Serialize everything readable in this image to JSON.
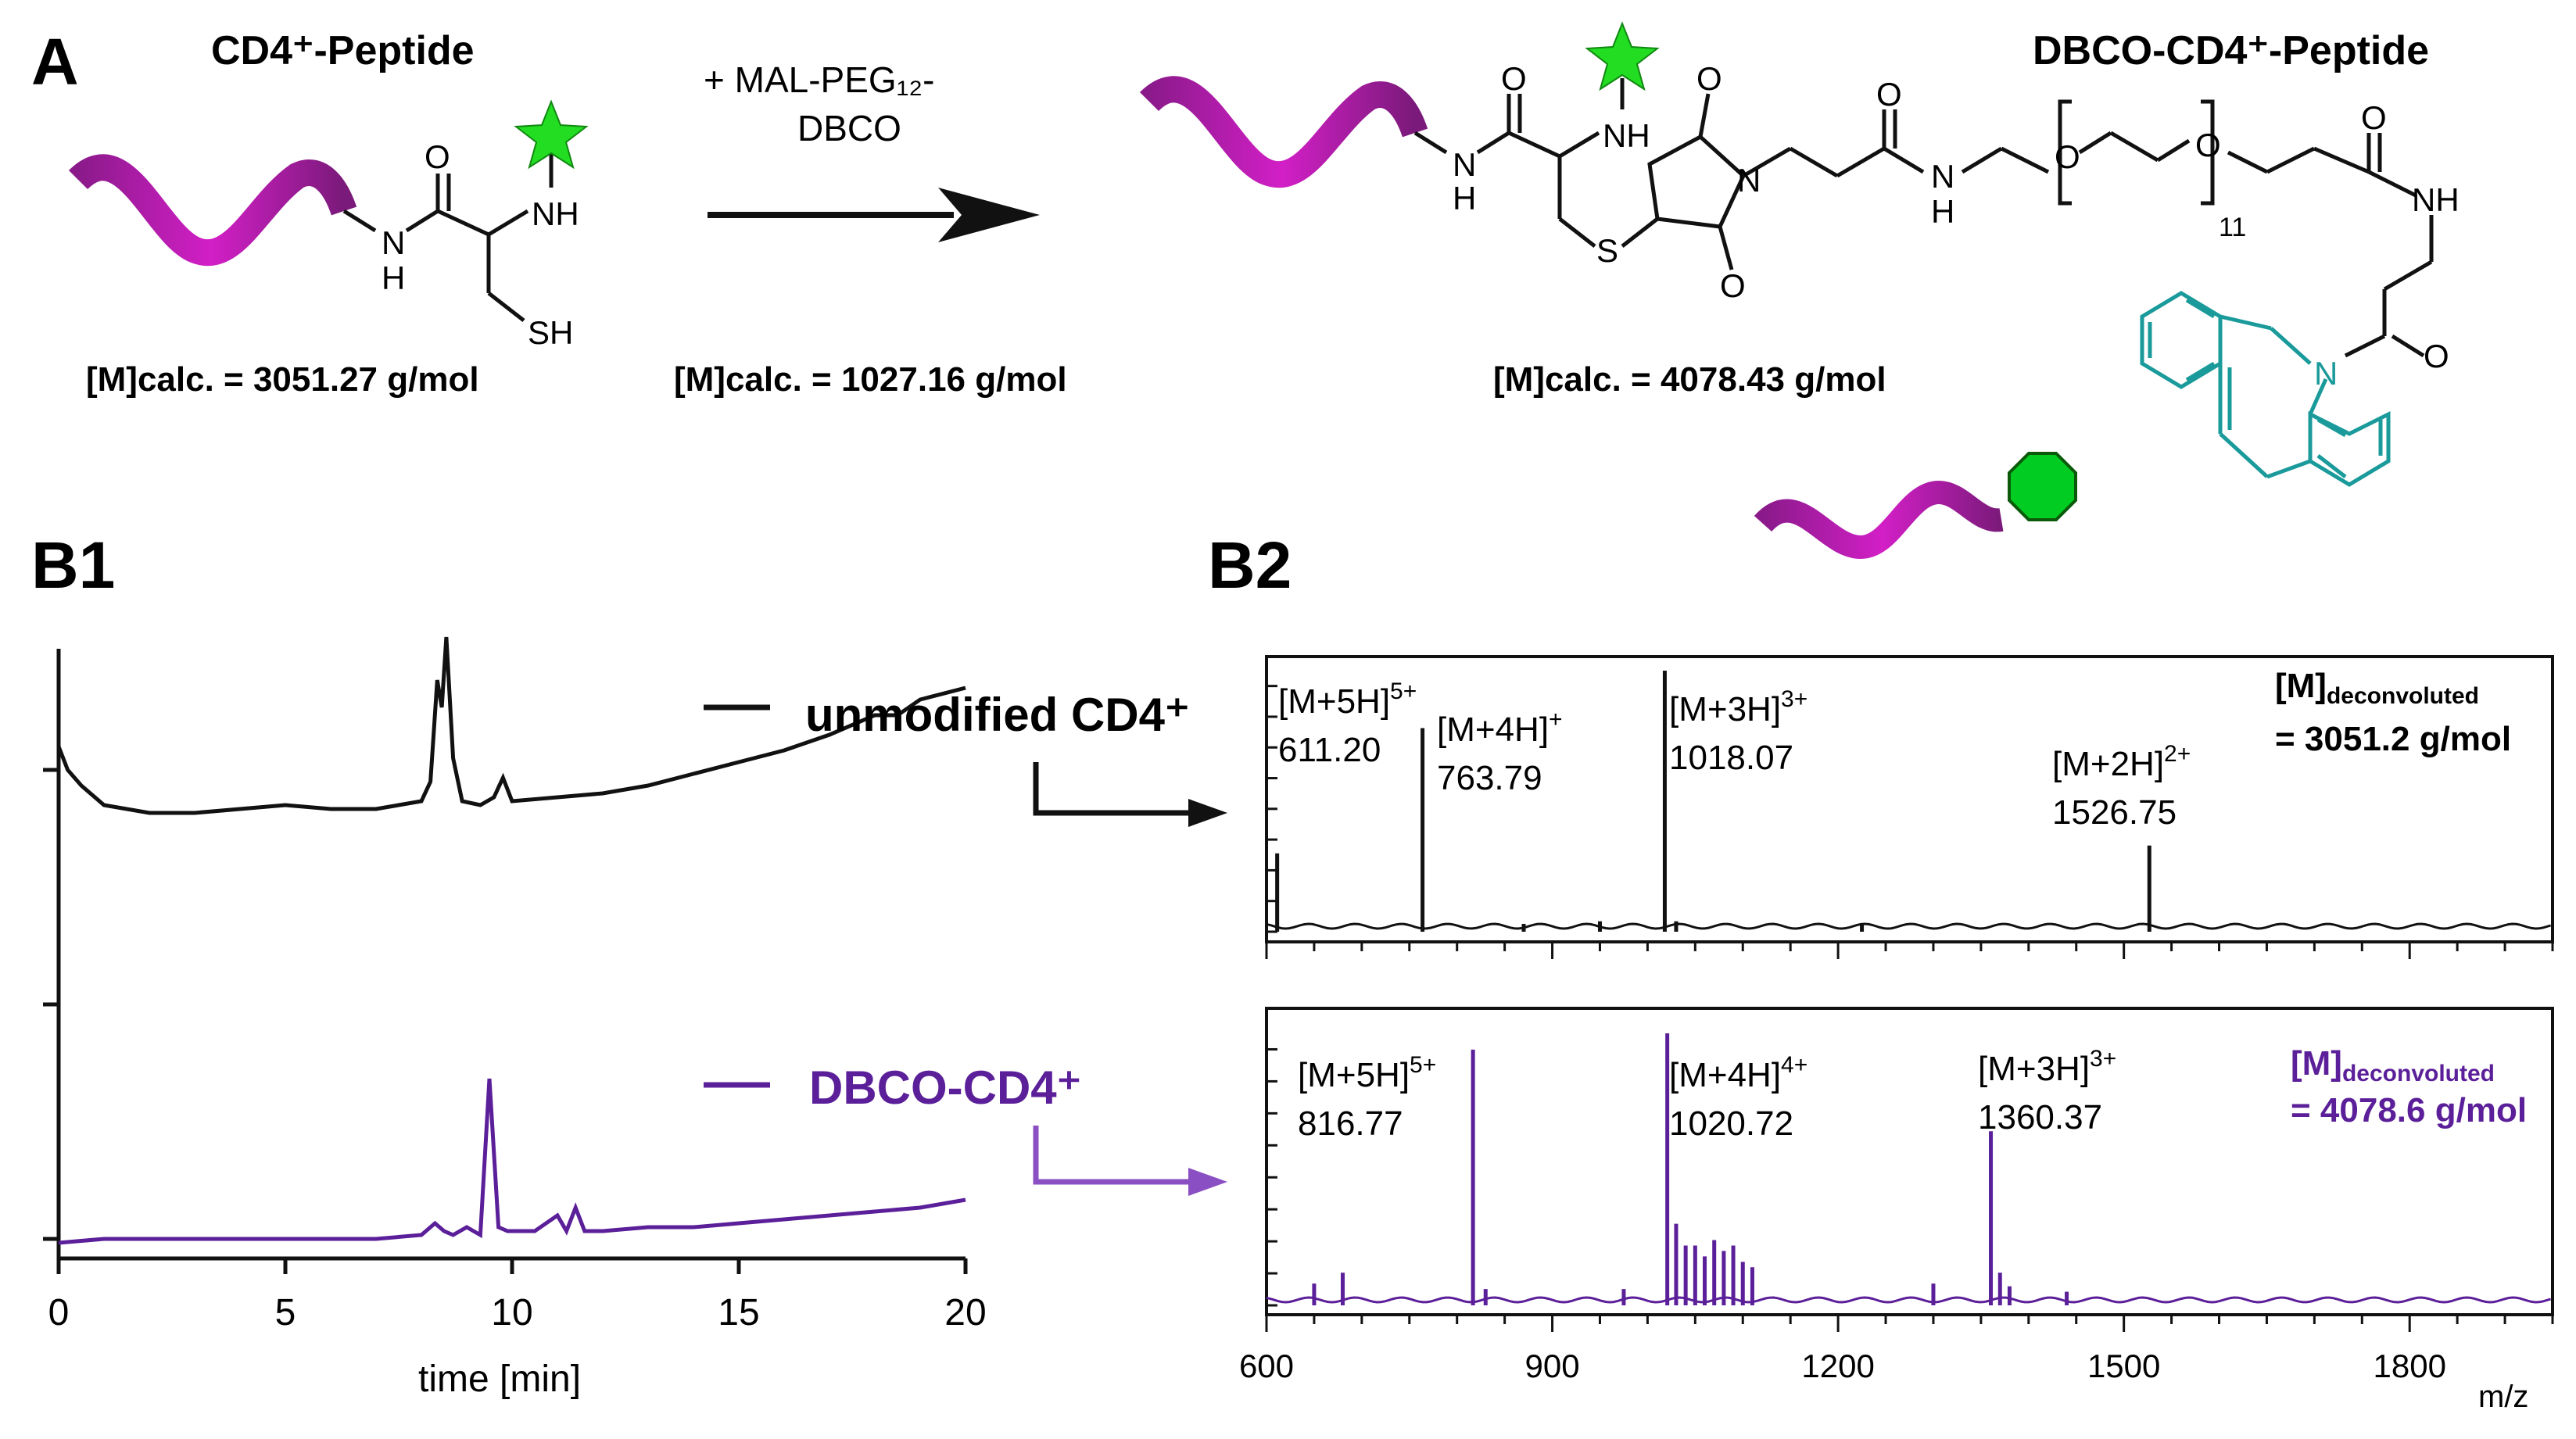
{
  "panels": {
    "a": "A",
    "b1": "B1",
    "b2": "B2"
  },
  "colors": {
    "black": "#111111",
    "purple": "#5b1f99",
    "arrow_purple": "#8a4fc2",
    "star": "#22dd22",
    "ribbon": "#c21ab4",
    "dbco": "#1a9a9a",
    "octagon": "#00cc22"
  },
  "scheme": {
    "reactant_title": "CD4⁺-Peptide",
    "reagent_line1": "+ MAL-PEG₁₂-",
    "reagent_line2": "DBCO",
    "product_title": "DBCO-CD4⁺-Peptide",
    "mass_reactant": "[M]calc. = 3051.27 g/mol",
    "mass_reagent": "[M]calc. = 1027.16 g/mol",
    "mass_product": "[M]calc. = 4078.43 g/mol",
    "atoms": {
      "nh": "NH",
      "n": "N",
      "h": "H",
      "o": "O",
      "s": "S",
      "sh": "SH",
      "peg_repeat": "11"
    }
  },
  "chart_data": [
    {
      "type": "line",
      "panel": "B1",
      "xlabel": "time [min]",
      "x_ticks": [
        0,
        5,
        10,
        15,
        20
      ],
      "xlim": [
        0,
        20
      ],
      "series": [
        {
          "name": "unmodified CD4⁺",
          "x": [
            0,
            0.2,
            0.5,
            1,
            2,
            3,
            4,
            5,
            6,
            7,
            8,
            8.2,
            8.35,
            8.45,
            8.55,
            8.7,
            8.9,
            9.3,
            9.6,
            9.8,
            10,
            11,
            12,
            13,
            14,
            15,
            16,
            17,
            18,
            18.5,
            19,
            20
          ],
          "y": [
            0.58,
            0.52,
            0.48,
            0.43,
            0.41,
            0.41,
            0.42,
            0.43,
            0.42,
            0.42,
            0.44,
            0.49,
            0.75,
            0.68,
            0.86,
            0.55,
            0.44,
            0.43,
            0.45,
            0.5,
            0.44,
            0.45,
            0.46,
            0.48,
            0.51,
            0.54,
            0.57,
            0.61,
            0.66,
            0.66,
            0.7,
            0.73
          ]
        },
        {
          "name": "DBCO-CD4⁺",
          "x": [
            0,
            1,
            2,
            3,
            4,
            5,
            6,
            7,
            8,
            8.3,
            8.5,
            8.7,
            9,
            9.3,
            9.5,
            9.7,
            9.9,
            10.2,
            10.5,
            11,
            11.2,
            11.4,
            11.6,
            12,
            13,
            14,
            15,
            16,
            17,
            18,
            19,
            20
          ],
          "y": [
            0.0,
            0.01,
            0.01,
            0.01,
            0.01,
            0.01,
            0.01,
            0.01,
            0.02,
            0.05,
            0.03,
            0.02,
            0.04,
            0.02,
            0.42,
            0.04,
            0.03,
            0.03,
            0.03,
            0.07,
            0.03,
            0.09,
            0.03,
            0.03,
            0.04,
            0.04,
            0.05,
            0.06,
            0.07,
            0.08,
            0.09,
            0.11
          ]
        }
      ]
    },
    {
      "type": "bar",
      "panel": "B2-top",
      "xlabel": "m/z",
      "x_ticks": [
        600,
        900,
        1200,
        1500,
        1800
      ],
      "xlim": [
        600,
        1950
      ],
      "series": [
        {
          "x": [
            611.2,
            763.79,
            870,
            950,
            1018.07,
            1030,
            1225,
            1526.75
          ],
          "y": [
            0.3,
            0.78,
            0.03,
            0.04,
            1.0,
            0.04,
            0.03,
            0.33
          ]
        }
      ],
      "annotations": [
        {
          "ion": "[M+5H]",
          "charge": "5+",
          "mz": "611.20"
        },
        {
          "ion": "[M+4H]",
          "charge": "+",
          "mz": "763.79"
        },
        {
          "ion": "[M+3H]",
          "charge": "3+",
          "mz": "1018.07"
        },
        {
          "ion": "[M+2H]",
          "charge": "2+",
          "mz": "1526.75"
        }
      ],
      "deconvoluted_label": "[M]deconvoluted",
      "deconvoluted_value": "= 3051.2 g/mol"
    },
    {
      "type": "bar",
      "panel": "B2-bottom",
      "xlabel": "m/z",
      "x_ticks": [
        600,
        900,
        1200,
        1500,
        1800
      ],
      "xlim": [
        600,
        1950
      ],
      "series": [
        {
          "x": [
            650,
            680,
            816.77,
            830,
            975,
            1020.72,
            1030,
            1040,
            1050,
            1060,
            1070,
            1080,
            1090,
            1100,
            1110,
            1300,
            1360.37,
            1370,
            1380,
            1440
          ],
          "y": [
            0.08,
            0.12,
            0.94,
            0.06,
            0.06,
            1.0,
            0.3,
            0.22,
            0.22,
            0.18,
            0.24,
            0.2,
            0.22,
            0.16,
            0.14,
            0.08,
            0.64,
            0.12,
            0.07,
            0.05
          ]
        }
      ],
      "annotations": [
        {
          "ion": "[M+5H]",
          "charge": "5+",
          "mz": "816.77"
        },
        {
          "ion": "[M+4H]",
          "charge": "4+",
          "mz": "1020.72"
        },
        {
          "ion": "[M+3H]",
          "charge": "3+",
          "mz": "1360.37"
        }
      ],
      "deconvoluted_label": "[M]deconvoluted",
      "deconvoluted_value": "= 4078.6 g/mol"
    }
  ]
}
